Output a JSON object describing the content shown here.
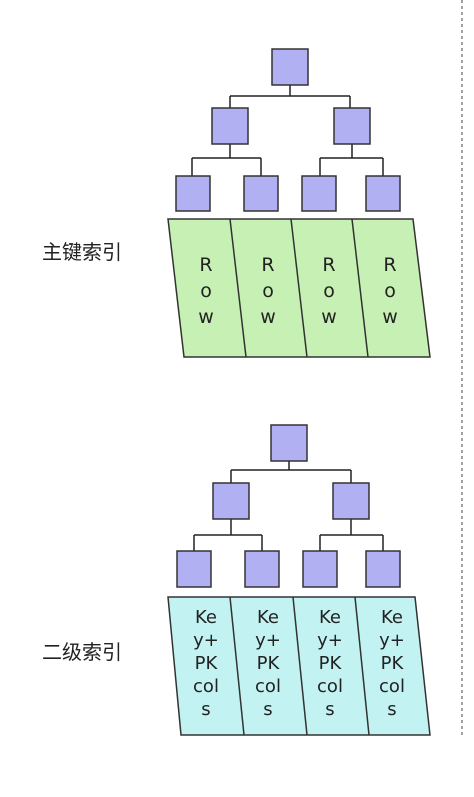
{
  "labels": {
    "primary_index": "主键索引",
    "secondary_index": "二级索引"
  },
  "primary_leaf_texts": [
    "R\no\nw",
    "R\no\nw",
    "R\no\nw",
    "R\no\nw"
  ],
  "secondary_leaf_texts": [
    "Ke\ny+\nPK\ncol\ns",
    "Ke\ny+\nPK\ncol\ns",
    "Ke\ny+\nPK\ncol\ns",
    "Ke\ny+\nPK\ncol\ns"
  ],
  "colors": {
    "node_fill": "#b0b0f2",
    "node_stroke": "#333333",
    "primary_leaf_fill": "#c6f0b4",
    "secondary_leaf_fill": "#c2f2f2",
    "line": "#222222"
  }
}
